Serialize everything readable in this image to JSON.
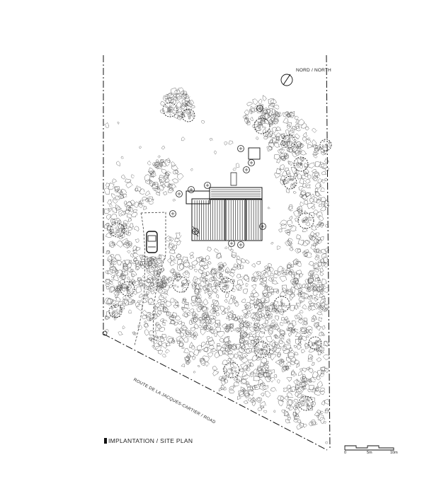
{
  "north": {
    "label": "NORD / NORTH"
  },
  "road": {
    "label": "ROUTE DE LA JACQUES-CARTIER / ROAD"
  },
  "title": {
    "text": "IMPLANTATION / SITE PLAN"
  },
  "scale": {
    "ticks": [
      "0",
      "5m",
      "10m"
    ]
  },
  "colors": {
    "ink": "#111111",
    "vegetation": "#555555",
    "background": "#ffffff"
  }
}
